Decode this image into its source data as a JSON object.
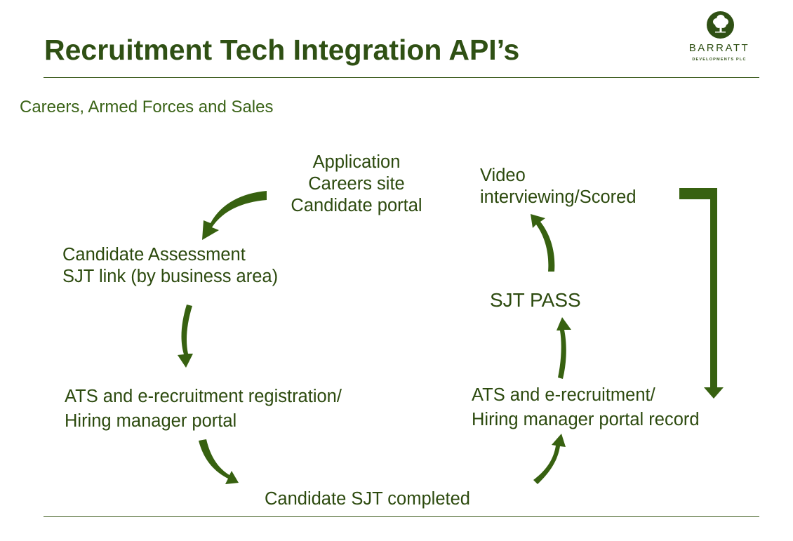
{
  "slide": {
    "title": "Recruitment Tech Integration API’s",
    "subtitle": "Careers, Armed Forces and Sales"
  },
  "logo": {
    "name": "BARRATT",
    "sub": "DEVELOPMENTS PLC",
    "icon": "tree-icon"
  },
  "nodes": {
    "application": [
      "Application",
      "Careers site",
      "Candidate portal"
    ],
    "assessment": [
      "Candidate Assessment",
      "SJT link (by business area)"
    ],
    "ats_registration": [
      "ATS and e-recruitment registration/",
      "Hiring manager portal"
    ],
    "sjt_completed": [
      "Candidate SJT completed"
    ],
    "ats_record": [
      "ATS and e-recruitment/",
      "Hiring manager portal record"
    ],
    "sjt_pass": [
      "SJT PASS"
    ],
    "video": [
      "Video",
      "interviewing/Scored"
    ]
  },
  "colors": {
    "arrow": "#376110",
    "title": "#2f5014",
    "text": "#2c4a0e"
  }
}
